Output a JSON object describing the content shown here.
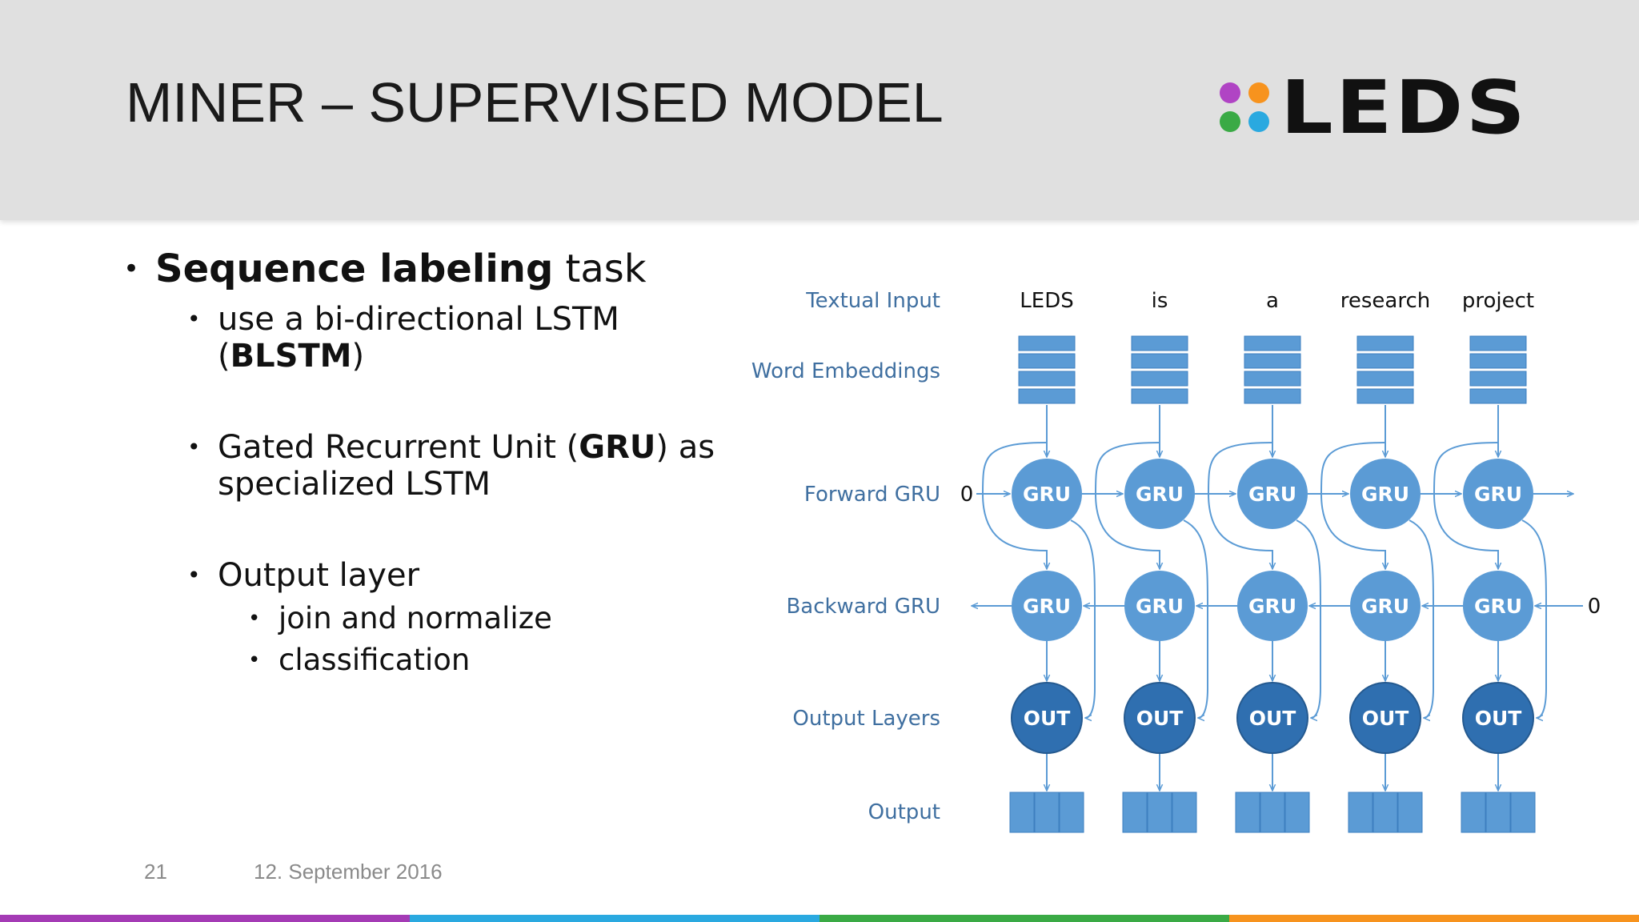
{
  "slide": {
    "title": "MINER – SUPERVISED MODEL",
    "logo_text": "LEDS",
    "logo_colors": [
      "#b044c4",
      "#f7931e",
      "#3aaa45",
      "#2aa9e0"
    ],
    "page_number": "21",
    "date": "12. September 2016",
    "footer_bar_colors": [
      "#a43bb5",
      "#2aa9e0",
      "#3aaa45",
      "#f7931e"
    ]
  },
  "bullets": {
    "b1": {
      "dot": "•",
      "bold": "Sequence labeling",
      "rest": " task"
    },
    "b1_1": {
      "dot": "•",
      "line1": "use a bi-directional LSTM",
      "line2_open": "(",
      "line2_bold": "BLSTM",
      "line2_close": ")"
    },
    "b1_2": {
      "dot": "•",
      "line1_pre": "Gated Recurrent Unit (",
      "line1_bold": "GRU",
      "line1_post": ") as",
      "line2": "specialized LSTM"
    },
    "b1_3": {
      "dot": "•",
      "text": "Output layer"
    },
    "b1_3_1": {
      "dot": "•",
      "text": "join and normalize"
    },
    "b1_3_2": {
      "dot": "•",
      "text": "classification"
    }
  },
  "diagram": {
    "row_labels": [
      "Textual Input",
      "Word Embeddings",
      "Forward GRU",
      "Backward GRU",
      "Output Layers",
      "Output"
    ],
    "words": [
      "LEDS",
      "is",
      "a",
      "research",
      "project"
    ],
    "gru_label": "GRU",
    "out_label": "OUT",
    "forward_init": "0",
    "backward_init": "0",
    "colors": {
      "label": "#3f6fa0",
      "block": "#5b9bd5",
      "block_border": "#3d7fc0",
      "gru": "#5b9bd5",
      "out": "#2f6fb0",
      "arrow": "#5b9bd5"
    }
  }
}
